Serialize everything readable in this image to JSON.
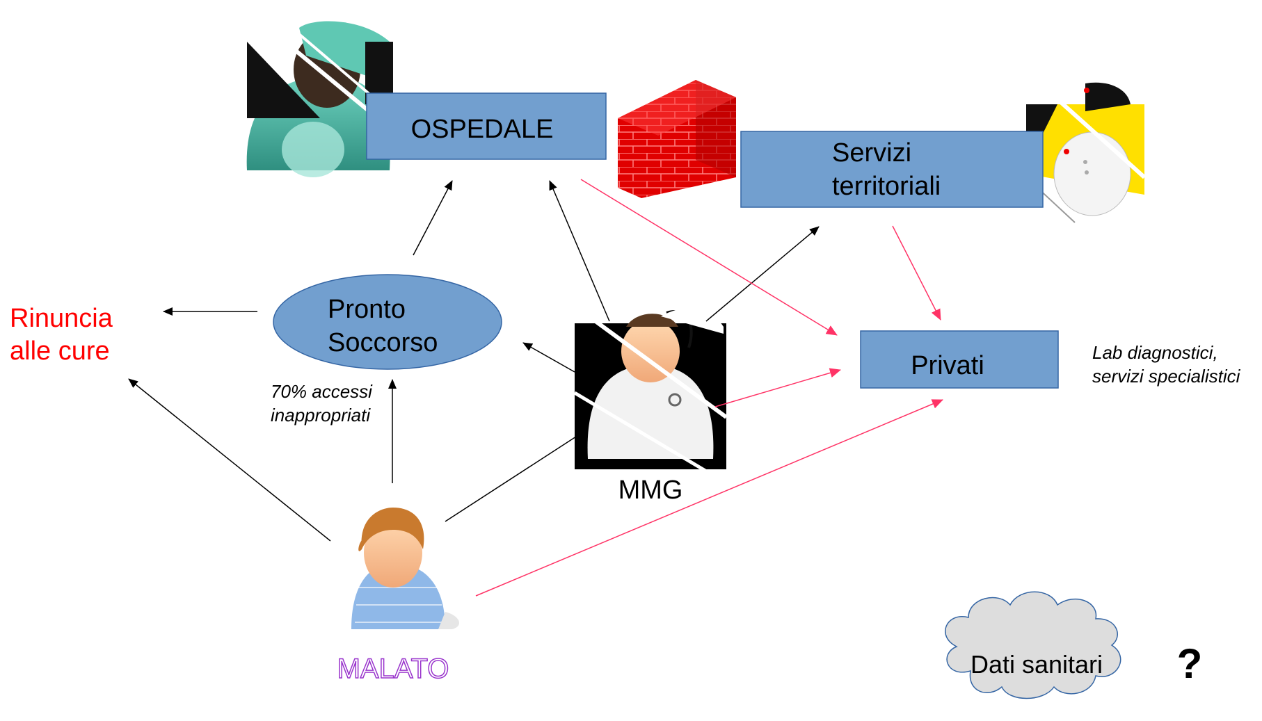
{
  "nodes": {
    "ospedale": "OSPEDALE",
    "servizi_line1": "Servizi",
    "servizi_line2": "territoriali",
    "pronto_line1": "Pronto",
    "pronto_line2": "Soccorso",
    "privati": "Privati",
    "mmg": "MMG",
    "malato": "MALATO",
    "rinuncia_line1": "Rinuncia",
    "rinuncia_line2": "alle cure",
    "dati": "Dati sanitari",
    "question": "?"
  },
  "annotations": {
    "accessi_line1": "70% accessi",
    "accessi_line2": "inappropriati",
    "privati_note_line1": "Lab diagnostici,",
    "privati_note_line2": "servizi specialistici"
  },
  "colors": {
    "box_fill": "#729fcf",
    "box_stroke": "#3465a4",
    "arrow_black": "#000000",
    "arrow_pink": "#ff3366",
    "rinuncia": "#ff0000",
    "malato": "#9933cc",
    "wall_red": "#e00000",
    "cloud_fill": "#dddddd"
  },
  "icons": [
    "surgeon-icon",
    "nurse-icon",
    "doctor-icon",
    "patient-icon",
    "brick-wall-icon",
    "cloud-icon"
  ]
}
